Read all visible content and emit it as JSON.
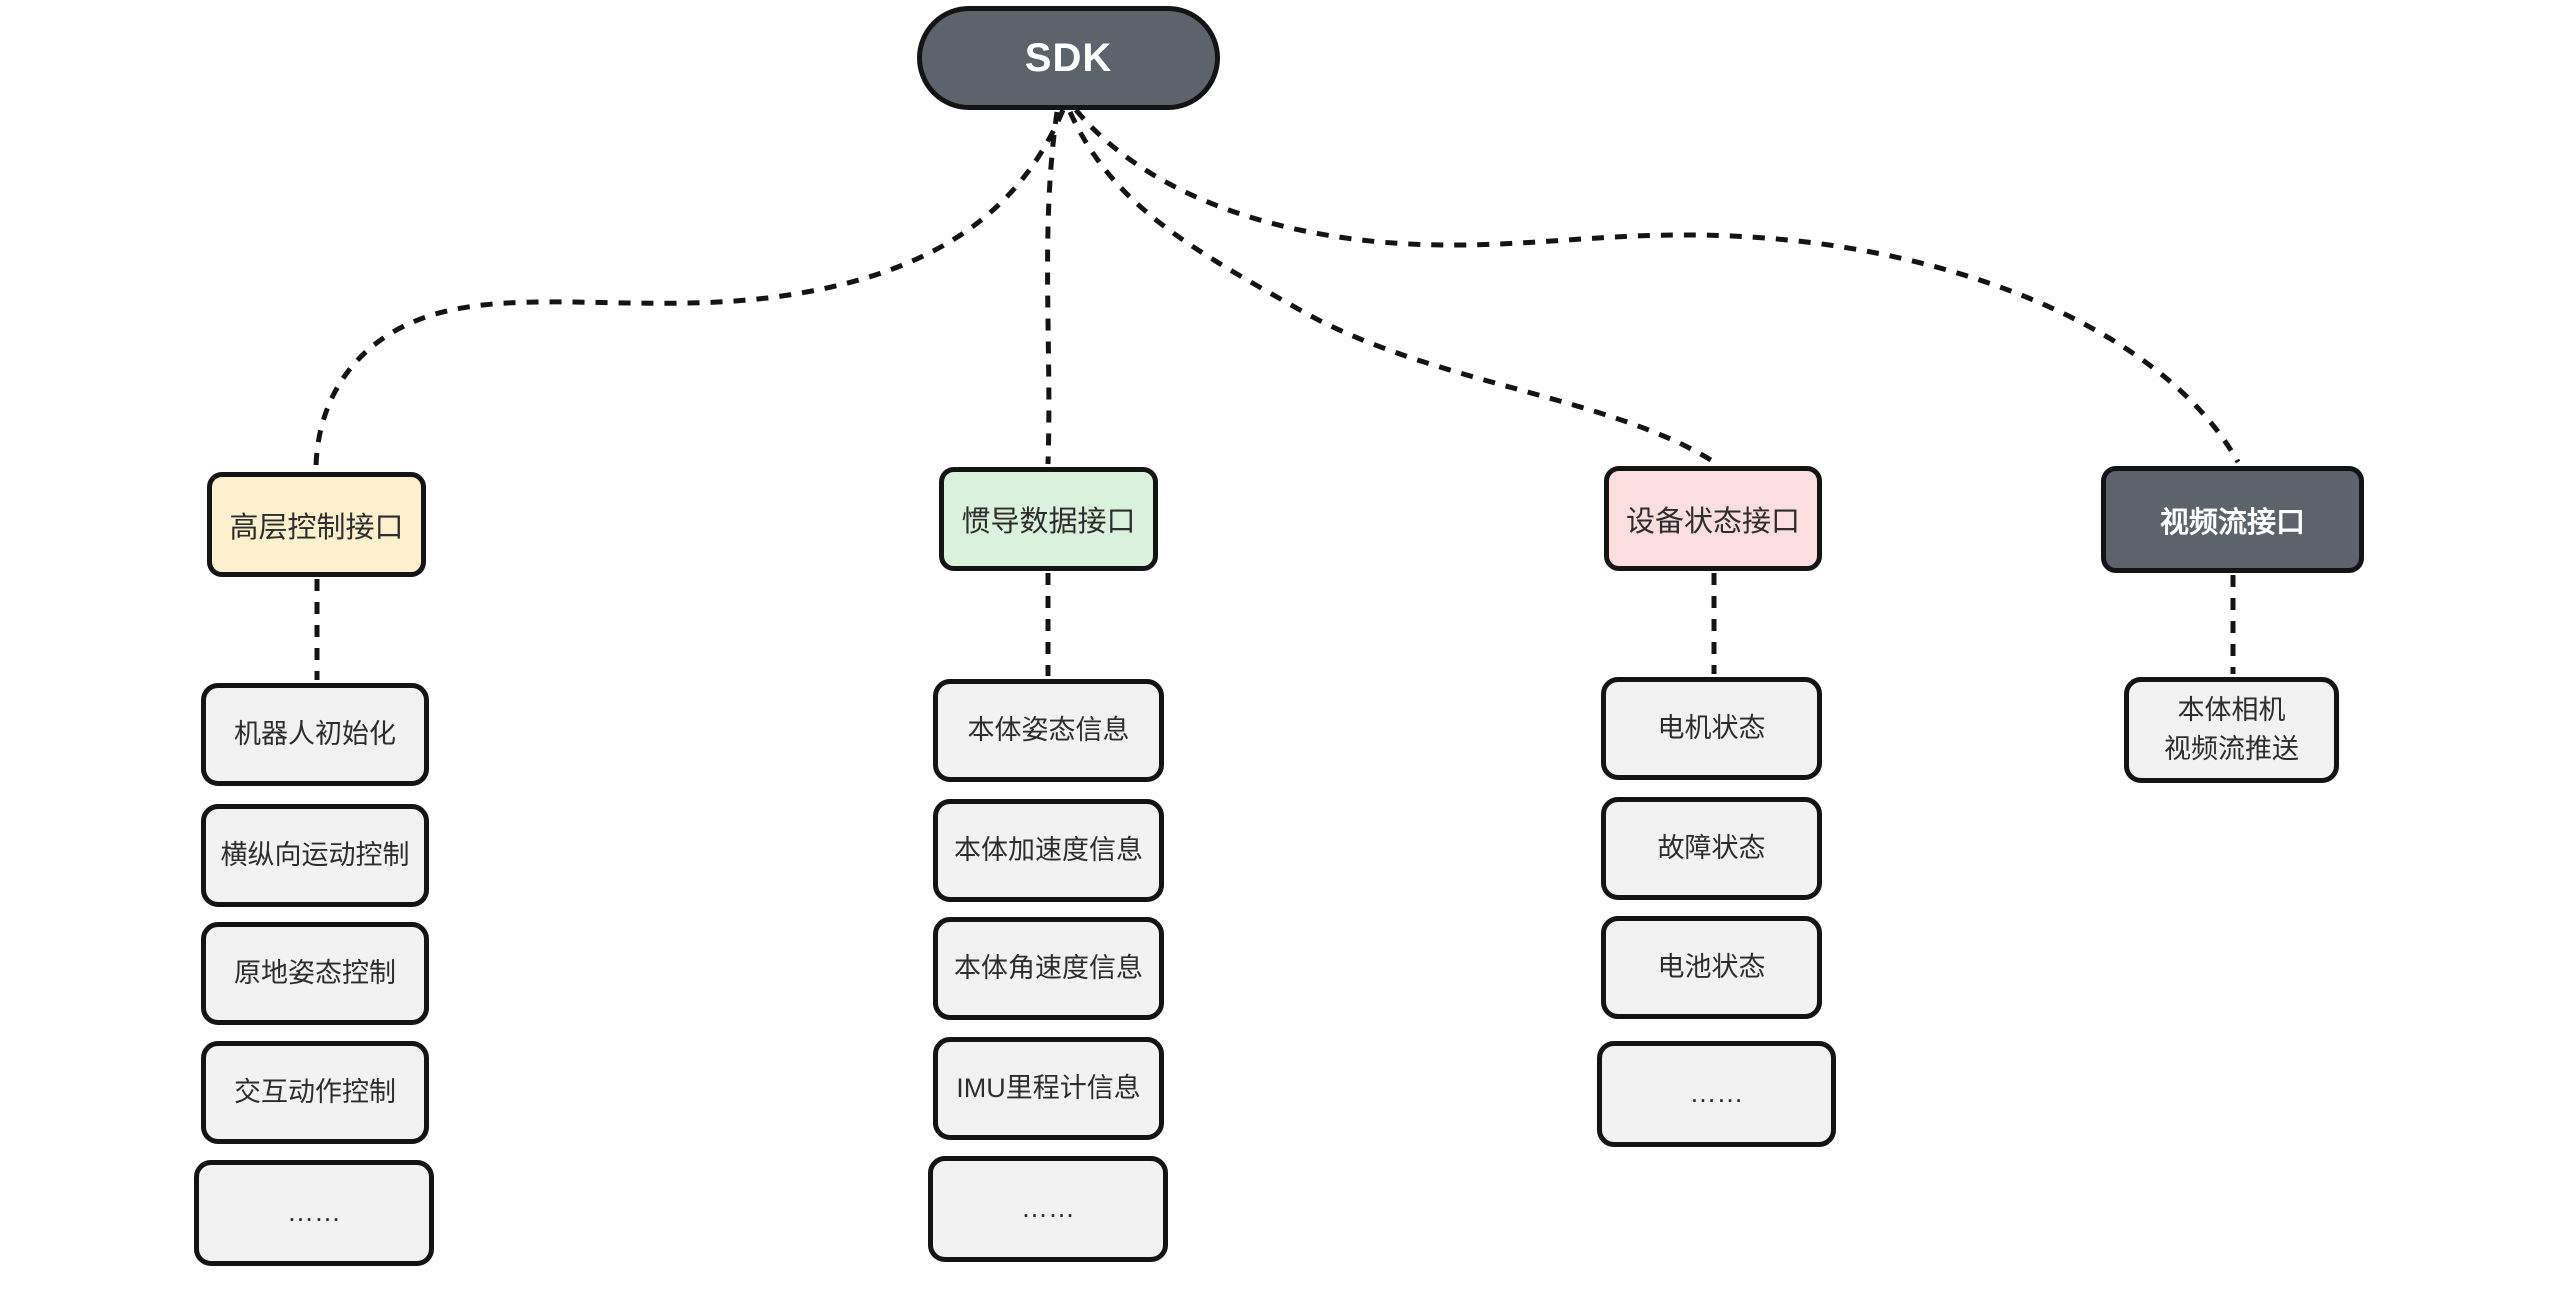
{
  "diagram": {
    "type": "tree",
    "root": {
      "label": "SDK"
    },
    "branches": [
      {
        "id": "high-level-control-interface",
        "label": "高层控制接口",
        "fill": "#fcf0cd",
        "children": [
          "机器人初始化",
          "横纵向运动控制",
          "原地姿态控制",
          "交互动作控制",
          "……"
        ]
      },
      {
        "id": "inertial-nav-data-interface",
        "label": "惯导数据接口",
        "fill": "#daf1dc",
        "children": [
          "本体姿态信息",
          "本体加速度信息",
          "本体角速度信息",
          "IMU里程计信息",
          "……"
        ]
      },
      {
        "id": "device-status-interface",
        "label": "设备状态接口",
        "fill": "#fcdede",
        "children": [
          "电机状态",
          "故障状态",
          "电池状态",
          "……"
        ]
      },
      {
        "id": "video-stream-interface",
        "label": "视频流接口",
        "fill": "#5d636b",
        "children": [
          "本体相机\n视频流推送"
        ]
      }
    ],
    "colors": {
      "root_fill": "#5d636b",
      "root_text": "#ffffff",
      "leaf_fill": "#f2f2f2",
      "border": "#141414",
      "background": "#ffffff"
    }
  }
}
